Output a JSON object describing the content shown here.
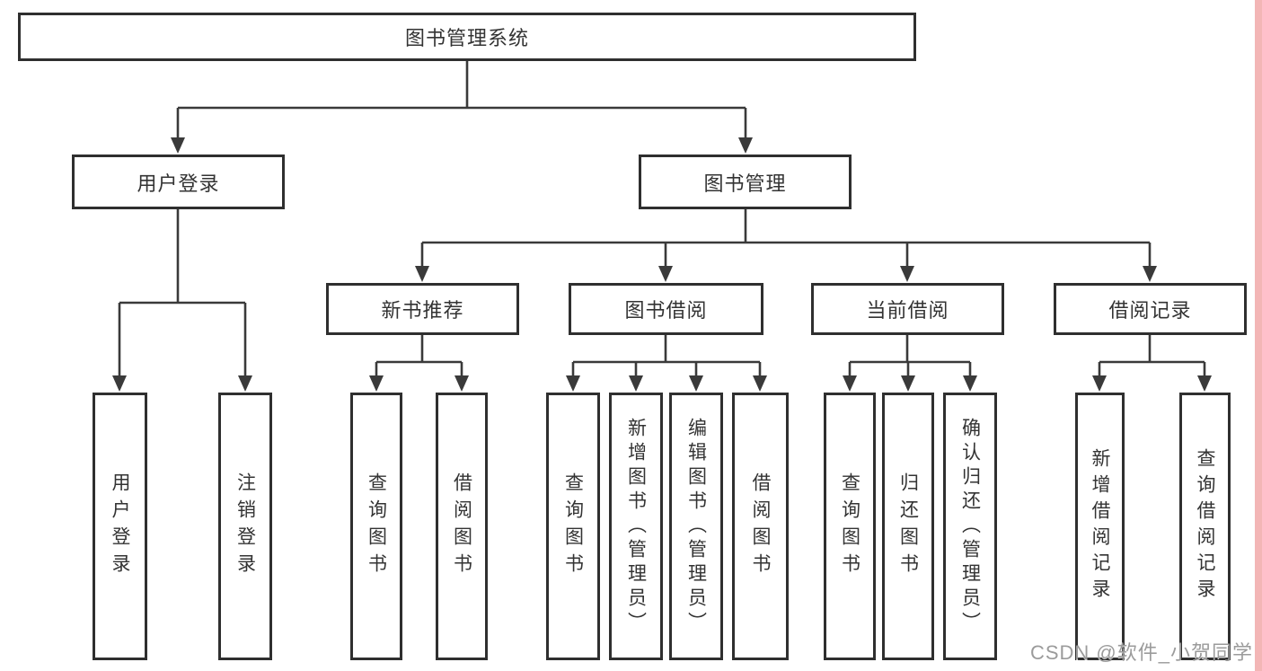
{
  "tree": {
    "label": "图书管理系统",
    "children": [
      {
        "label": "用户登录",
        "children": [
          {
            "label": "用户登录"
          },
          {
            "label": "注销登录"
          }
        ]
      },
      {
        "label": "图书管理",
        "children": [
          {
            "label": "新书推荐",
            "children": [
              {
                "label": "查询图书"
              },
              {
                "label": "借阅图书"
              }
            ]
          },
          {
            "label": "图书借阅",
            "children": [
              {
                "label": "查询图书"
              },
              {
                "label": "新增图书（管理员）"
              },
              {
                "label": "编辑图书（管理员）"
              },
              {
                "label": "借阅图书"
              }
            ]
          },
          {
            "label": "当前借阅",
            "children": [
              {
                "label": "查询图书"
              },
              {
                "label": "归还图书"
              },
              {
                "label": "确认归还（管理员）"
              }
            ]
          },
          {
            "label": "借阅记录",
            "children": [
              {
                "label": "新增借阅记录"
              },
              {
                "label": "查询借阅记录"
              }
            ]
          }
        ]
      }
    ]
  },
  "watermark": "CSDN @软件_小贺同学",
  "colors": {
    "line": "#3a3a3a",
    "box_border": "#2f2f2f",
    "text": "#333333",
    "watermark": "#9b9b9b",
    "edge_strip": "#f3b6b6"
  }
}
